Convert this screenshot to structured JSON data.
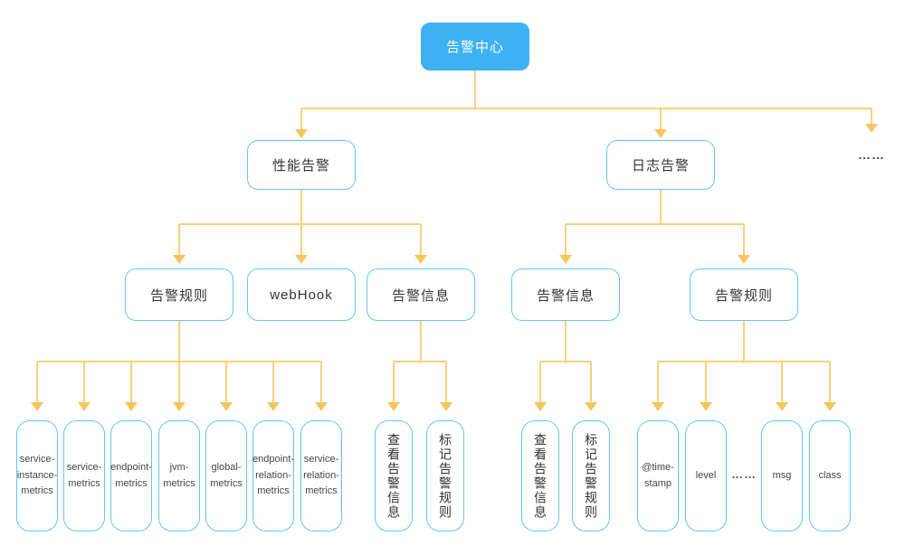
{
  "diagram": {
    "title": "alert-center-hierarchy",
    "nodes": {
      "root": "告警中心",
      "perf": "性能告警",
      "log": "日志告警",
      "more_top": "……",
      "perf_rules": "告警规则",
      "webhook": "webHook",
      "perf_info": "告警信息",
      "log_info": "告警信息",
      "log_rules": "告警规则",
      "metric_service_instance": "service-\ninstance-\nmetrics",
      "metric_service": "service-\nmetrics",
      "metric_endpoint": "endpoint-\nmetrics",
      "metric_jvm": "jvm-\nmetrics",
      "metric_global": "global-\nmetrics",
      "metric_endpoint_relation": "endpoint-\nrelation-\nmetrics",
      "metric_service_relation": "service-\nrelation-\nmetrics",
      "perf_view_info": "查看告警信息",
      "perf_mark_rule": "标记告警规则",
      "log_view_info": "查看告警信息",
      "log_mark_rule": "标记告警规则",
      "field_timestamp": "@time-\nstamp",
      "field_level": "level",
      "field_more": "……",
      "field_msg": "msg",
      "field_class": "class"
    },
    "colors": {
      "root_fill": "#3EB1F2",
      "node_border": "#67C4F4",
      "connector_line": "#F9D07E",
      "arrowhead": "#F6C55F",
      "text": "#333333"
    }
  }
}
